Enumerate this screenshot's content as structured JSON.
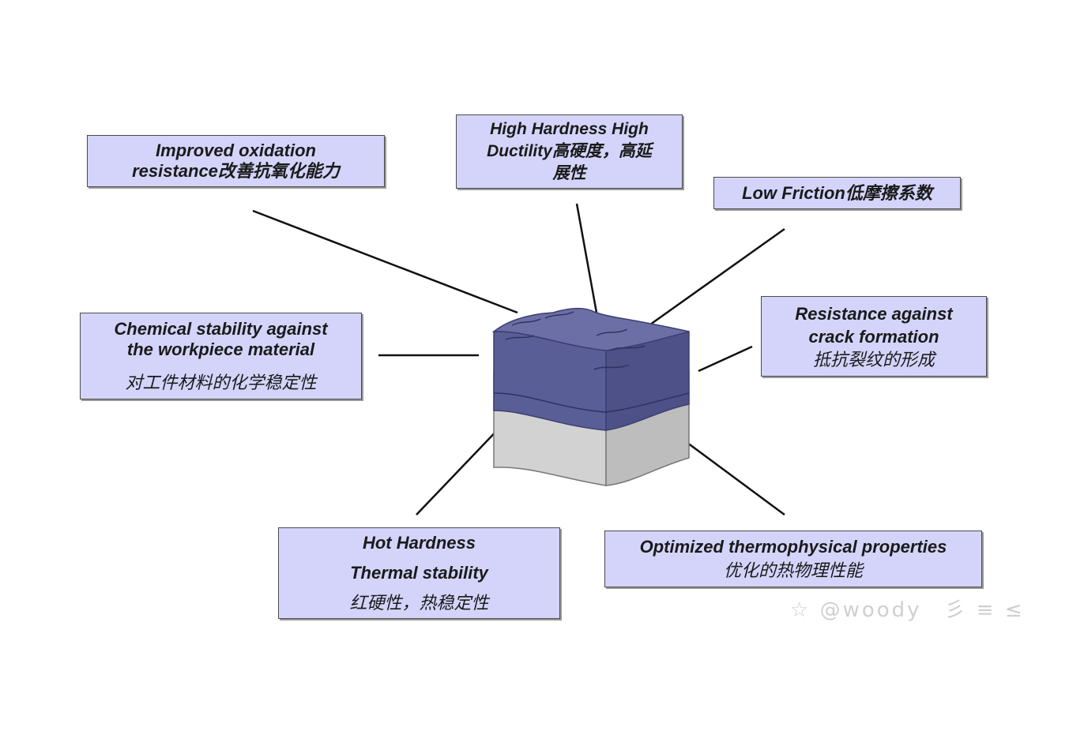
{
  "labels": {
    "oxidation": {
      "line1": "Improved oxidation",
      "line2": "resistance改善抗氧化能力"
    },
    "hardness": {
      "line1": "High Hardness High",
      "line2": "Ductility高硬度，高延",
      "line3": "展性"
    },
    "friction": {
      "line1": "Low Friction低摩擦系数"
    },
    "chemical": {
      "line1": "Chemical stability against",
      "line2": "the workpiece material",
      "line3": "对工件材料的化学稳定性"
    },
    "crack": {
      "line1": "Resistance against",
      "line2": "crack formation",
      "line3": "抵抗裂纹的形成"
    },
    "hot": {
      "line1": "Hot Hardness",
      "line2": "Thermal stability",
      "line3": "红硬性，热稳定性"
    },
    "thermo": {
      "line1": "Optimized thermophysical properties",
      "line2": "优化的热物理性能"
    }
  },
  "watermark": "☆ @woody　彡 ≡ ≤",
  "colors": {
    "box_fill": "#d4d4fb",
    "coating": "#5a5e96",
    "substrate": "#d2d2d2"
  }
}
